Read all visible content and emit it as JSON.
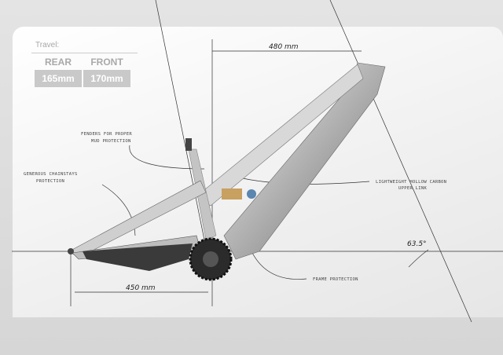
{
  "travel": {
    "label": "Travel:",
    "rear": {
      "label": "REAR",
      "value": "165mm"
    },
    "front": {
      "label": "FRONT",
      "value": "170mm"
    }
  },
  "dimensions": {
    "reach": "480 mm",
    "chainstay": "450 mm",
    "head_angle": "63.5°"
  },
  "annotations": {
    "fenders_1": "FENDERS FOR PROPER",
    "fenders_2": "MUD PROTECTION",
    "chainstays_1": "GENEROUS CHAINSTAYS",
    "chainstays_2": "PROTECTION",
    "upper_link_1": "LIGHTWEIGHT HOLLOW CARBON",
    "upper_link_2": "UPPER LINK",
    "frame_protection": "FRAME PROTECTION"
  },
  "colors": {
    "frame": "#b9b9b9",
    "shock_accent": "#c8a060",
    "background": "#f2f2f2"
  }
}
